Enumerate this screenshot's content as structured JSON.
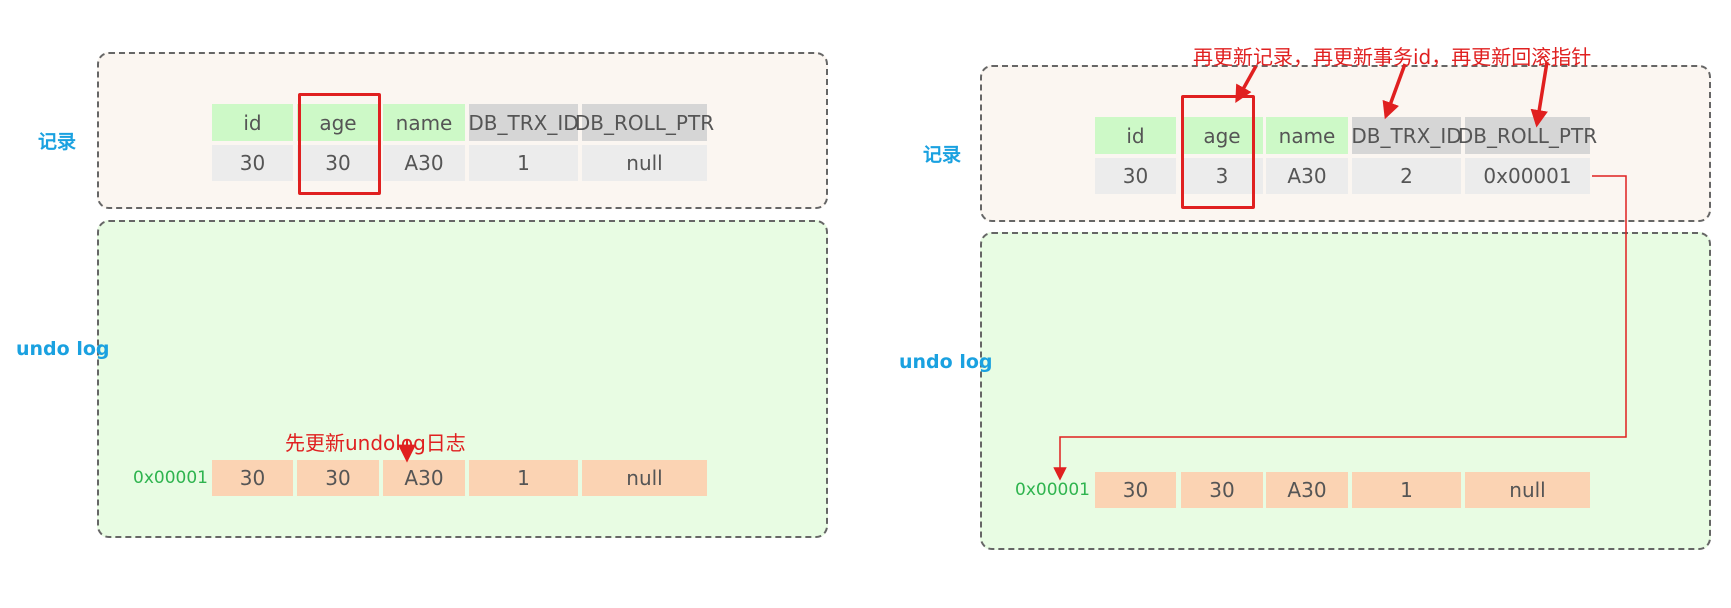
{
  "colors": {
    "label_blue": "#1aa1e0",
    "header_green": "#cdf9c7",
    "header_gray": "#d6d6d6",
    "value_gray": "#ececec",
    "undo_orange": "#fbd3b3",
    "address_green": "#2fb44f",
    "highlight_red": "#e02020",
    "record_bg": "#fbf6f1",
    "undo_bg": "#e8fce3"
  },
  "left": {
    "record_label": "记录",
    "undo_label": "undo log",
    "headers": [
      "id",
      "age",
      "name",
      "DB_TRX_ID",
      "DB_ROLL_PTR"
    ],
    "values": [
      "30",
      "30",
      "A30",
      "1",
      "null"
    ],
    "undo_address": "0x00001",
    "undo_values": [
      "30",
      "30",
      "A30",
      "1",
      "null"
    ],
    "annotation": "先更新undolog日志"
  },
  "right": {
    "record_label": "记录",
    "undo_label": "undo log",
    "headers": [
      "id",
      "age",
      "name",
      "DB_TRX_ID",
      "DB_ROLL_PTR"
    ],
    "values": [
      "30",
      "3",
      "A30",
      "2",
      "0x00001"
    ],
    "undo_address": "0x00001",
    "undo_values": [
      "30",
      "30",
      "A30",
      "1",
      "null"
    ],
    "annotation": "再更新记录，再更新事务id，再更新回滚指针"
  }
}
